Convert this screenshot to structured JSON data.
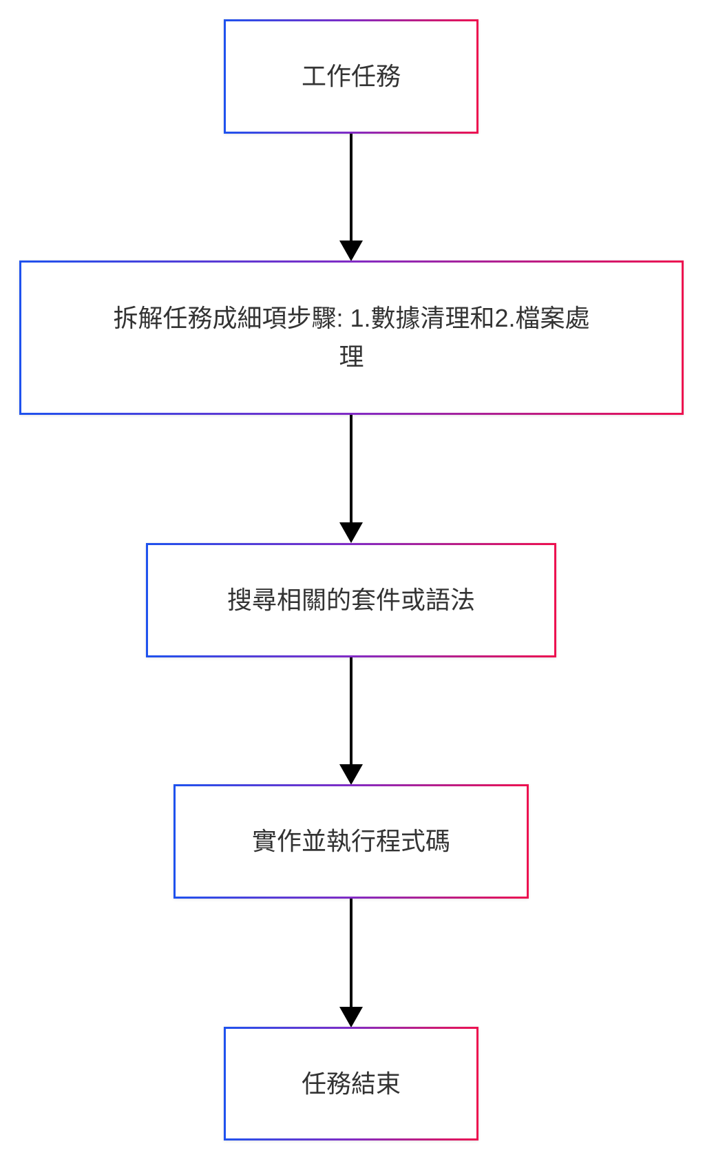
{
  "diagram": {
    "type": "flowchart",
    "direction": "top-down",
    "colors": {
      "background": "#ffffff",
      "node_fill": "#ffffff",
      "text": "#333333",
      "arrow": "#000000",
      "border_gradient_start": "#1f52ee",
      "border_gradient_mid": "#812bc5",
      "border_gradient_end": "#ed1150"
    },
    "nodes": [
      {
        "id": "start",
        "label": "工作任務"
      },
      {
        "id": "breakdown",
        "label": "拆解任務成細項步驟: 1.數據清理和2.檔案處理"
      },
      {
        "id": "search",
        "label": "搜尋相關的套件或語法"
      },
      {
        "id": "implement",
        "label": "實作並執行程式碼"
      },
      {
        "id": "end",
        "label": "任務結束"
      }
    ],
    "edges": [
      {
        "from": "start",
        "to": "breakdown"
      },
      {
        "from": "breakdown",
        "to": "search"
      },
      {
        "from": "search",
        "to": "implement"
      },
      {
        "from": "implement",
        "to": "end"
      }
    ]
  }
}
